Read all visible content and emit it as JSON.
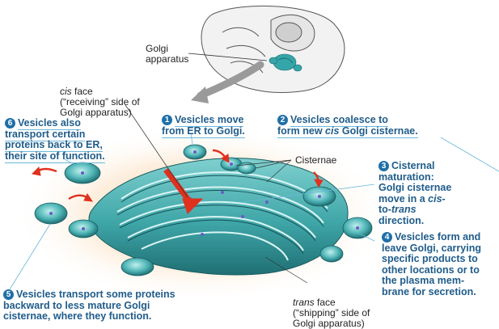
{
  "labels": {
    "golgi_apparatus": "Golgi\napparatus",
    "cis_face": "cis",
    "cis_face_rest": " face\n(“receiving” side of\nGolgi apparatus)",
    "cisternae": "Cisternae",
    "trans_face": "trans",
    "trans_face_rest": " face\n(“shipping” side of\nGolgi apparatus)"
  },
  "steps": [
    {
      "num": "1",
      "text": "Vesicles move\nfrom ER to Golgi."
    },
    {
      "num": "2",
      "text_a": "Vesicles coalesce to\nform new ",
      "text_em": "cis",
      "text_b": " Golgi cisternae."
    },
    {
      "num": "3",
      "text_a": "Cisternal\nmaturation:\nGolgi cisternae\nmove in a ",
      "text_em": "cis",
      "text_b": "-\nto-",
      "text_em2": "trans",
      "text_c": "\ndirection."
    },
    {
      "num": "4",
      "text": "Vesicles form and\nleave Golgi, carrying\nspecific products to\nother locations or to\nthe plasma mem-\nbrane for secretion."
    },
    {
      "num": "5",
      "text": "Vesicles transport some proteins\nbackward to less mature Golgi\ncisternae, where they function."
    },
    {
      "num": "6",
      "text": "Vesicles also\ntransport certain\nproteins back to ER,\ntheir site of function."
    }
  ],
  "colors": {
    "golgi": "#3fa6a8",
    "golgi_dark": "#1f6f73",
    "accent_blue": "#1f6fa8",
    "arrow_red": "#e0301e",
    "glow": "#fbe3c7"
  }
}
